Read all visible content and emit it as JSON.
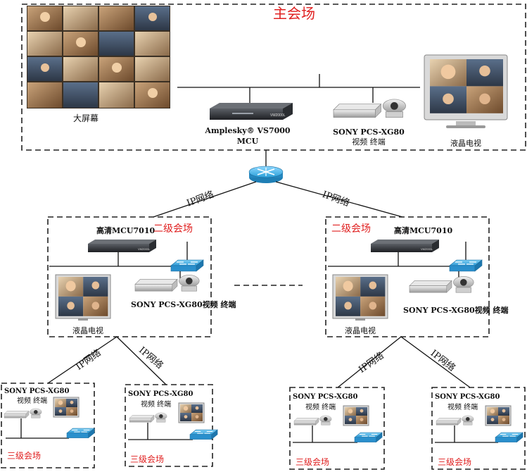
{
  "main_venue": {
    "title": "主会场",
    "big_screen_label": "大屏幕",
    "mcu_label_line1": "Amplesky® VS7000",
    "mcu_label_line2": "MCU",
    "mcu_face_text": "VM2000L",
    "sony_label_line1": "SONY PCS-XG80",
    "sony_label_line2": "视频 终端",
    "lcd_label": "液晶电视"
  },
  "ip_network_label": "IP网络",
  "second_left": {
    "title": "二级会场",
    "mcu_label": "高清MCU7010",
    "mcu_face_text": "VM2000L",
    "sony_label": "SONY PCS-XG80视频 终端",
    "lcd_label": "液晶电视"
  },
  "second_right": {
    "title": "二级会场",
    "mcu_label": "高清MCU7010",
    "mcu_face_text": "VM2000L",
    "sony_label": "SONY PCS-XG80视频 终端",
    "lcd_label": "液晶电视"
  },
  "third_venues": [
    {
      "sony_line1": "SONY PCS-XG80",
      "sony_line2": "视频 终端",
      "title": "三级会场"
    },
    {
      "sony_line1": "SONY PCS-XG80",
      "sony_line2": "视频 终端",
      "title": "三级会场"
    },
    {
      "sony_line1": "SONY PCS-XG80",
      "sony_line2": "视频 终端",
      "title": "三级会场"
    },
    {
      "sony_line1": "SONY PCS-XG80",
      "sony_line2": "视频 终端",
      "title": "三级会场"
    }
  ],
  "colors": {
    "title_red": "#e02020",
    "router_blue": "#2a9fd8",
    "switch_blue": "#2e9ad6"
  }
}
